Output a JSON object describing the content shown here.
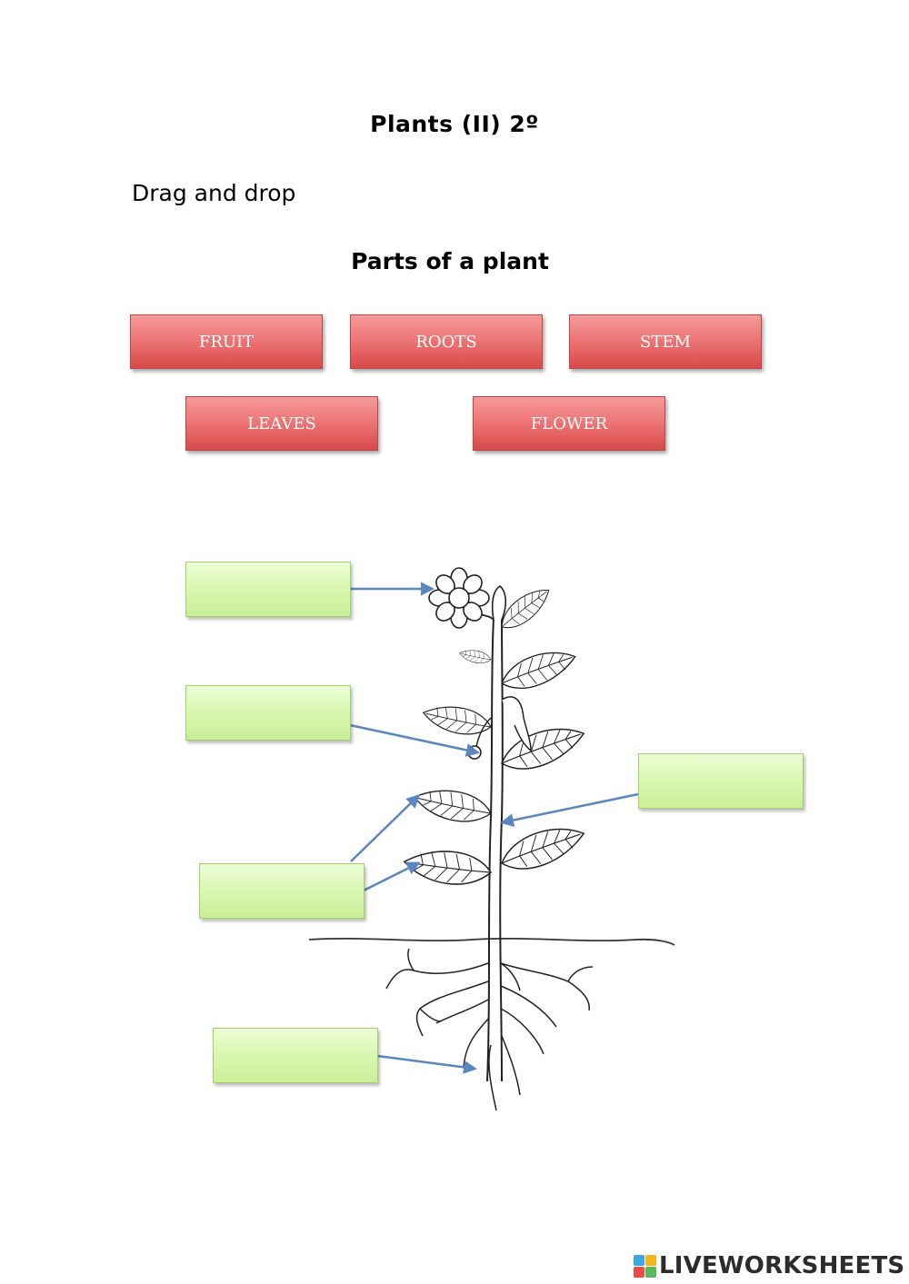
{
  "header": {
    "title": "Plants (II) 2º",
    "instruction": "Drag and drop",
    "subtitle": "Parts of a plant"
  },
  "word_bank": [
    {
      "label": "FRUIT"
    },
    {
      "label": "ROOTS"
    },
    {
      "label": "STEM"
    },
    {
      "label": "LEAVES"
    },
    {
      "label": "FLOWER"
    }
  ],
  "drop_targets": [
    {
      "value": ""
    },
    {
      "value": ""
    },
    {
      "value": ""
    },
    {
      "value": ""
    },
    {
      "value": ""
    }
  ],
  "brand": {
    "name": "LIVEWORKSHEETS"
  },
  "colors": {
    "word_fill": "#ee7777",
    "drop_fill": "#d8f7b0",
    "arrow": "#5b86c0"
  },
  "icons": {
    "logo": "liveworksheets-logo-icon"
  }
}
